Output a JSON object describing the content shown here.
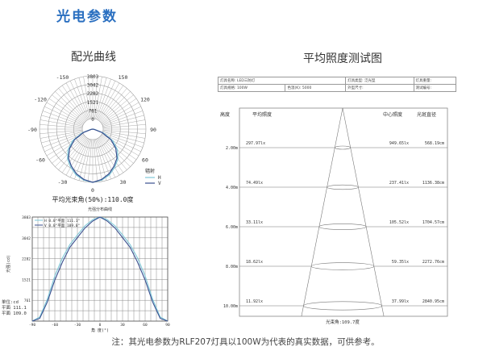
{
  "page_title": "光电参数",
  "polar": {
    "title": "配光曲线",
    "beam_label": "平均光束角(50%):110.0度",
    "legend_title": "辐射",
    "legend": [
      "H",
      "V"
    ]
  },
  "cart": {
    "title": "光强分布曲线",
    "unit": "单位:cd",
    "left_notes": [
      "平面 111.1",
      "平面 109.0"
    ]
  },
  "illum": {
    "title": "平均照度测试图",
    "table": [
      [
        "灯具名称: LED三防灯",
        "灯具类型: 泛光型",
        "灯具重量:"
      ],
      [
        "灯具规格: 100W",
        "色温(K): 5000",
        "外型尺寸:",
        "测试编号:"
      ]
    ],
    "headers": {
      "height": "高度",
      "avg": "平均照度",
      "center": "中心照度",
      "diameter": "光斑直径"
    },
    "rows": [
      {
        "h": "2.00m",
        "avg": "297.97lx",
        "center": "949.65lx",
        "d": "568.19cm"
      },
      {
        "h": "4.00m",
        "avg": "74.49lx",
        "center": "237.41lx",
        "d": "1136.38cm"
      },
      {
        "h": "6.00m",
        "avg": "33.11lx",
        "center": "105.52lx",
        "d": "1704.57cm"
      },
      {
        "h": "8.00m",
        "avg": "18.62lx",
        "center": "59.35lx",
        "d": "2272.76cm"
      },
      {
        "h": "10.00m",
        "avg": "11.92lx",
        "center": "37.99lx",
        "d": "2840.95cm"
      }
    ],
    "beam_angle": "光束角:109.7度"
  },
  "note": "注：其光电参数为RLF207灯具以100W为代表的真实数据，可供参考。",
  "colors": {
    "title": "#2a6fc0",
    "H": "#7ec8d8",
    "V": "#3a4f8f"
  },
  "chart_data": [
    {
      "type": "polar",
      "title": "配光曲线",
      "radial_ticks": [
        0,
        761,
        1521,
        2282,
        3042,
        3803
      ],
      "angle_labels": [
        "0",
        "30",
        "60",
        "90",
        "120",
        "150",
        "-150",
        "-120",
        "-90",
        "-60",
        "-30"
      ],
      "rmax": 3803,
      "series": [
        {
          "name": "H",
          "angles": [
            -90,
            -80,
            -70,
            -60,
            -50,
            -40,
            -30,
            -20,
            -10,
            0,
            10,
            20,
            30,
            40,
            50,
            60,
            70,
            80,
            90
          ],
          "values": [
            0,
            150,
            800,
            1650,
            2300,
            2800,
            3150,
            3480,
            3700,
            3803,
            3700,
            3480,
            3150,
            2800,
            2300,
            1650,
            800,
            150,
            0
          ]
        },
        {
          "name": "V",
          "angles": [
            -90,
            -80,
            -70,
            -60,
            -50,
            -40,
            -30,
            -20,
            -10,
            0,
            10,
            20,
            30,
            40,
            50,
            60,
            70,
            80,
            90
          ],
          "values": [
            0,
            100,
            700,
            1500,
            2150,
            2700,
            3050,
            3400,
            3650,
            3803,
            3650,
            3400,
            3050,
            2700,
            2150,
            1500,
            700,
            100,
            0
          ]
        }
      ]
    },
    {
      "type": "line",
      "title": "光强分布曲线",
      "xlabel": "角 度(°)",
      "ylabel": "光强(cd)",
      "xlim": [
        -90,
        90
      ],
      "ylim": [
        0,
        3803
      ],
      "xticks": [
        -90,
        -60,
        -30,
        0,
        30,
        60,
        90
      ],
      "yticks": [
        761,
        1521,
        2282,
        3042,
        3803
      ],
      "legend": [
        "H 0.0°平面 111.1°",
        "V 0.0°平面 109.0°"
      ],
      "legend_position": "top-left"
    }
  ]
}
